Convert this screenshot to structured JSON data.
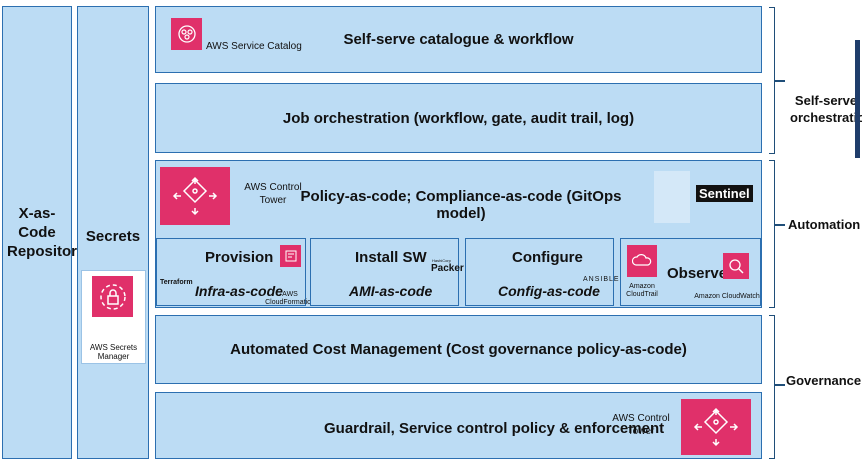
{
  "columns": {
    "repository": "X-as-Code Repository",
    "secrets": "Secrets",
    "secrets_manager": "AWS Secrets Manager"
  },
  "rows": {
    "catalogue": {
      "service": "AWS Service Catalog",
      "title": "Self-serve catalogue & workflow"
    },
    "orchestration": {
      "title": "Job orchestration (workflow, gate, audit trail, log)"
    },
    "policy": {
      "service": "AWS Control Tower",
      "title": "Policy-as-code; Compliance-as-code (GitOps model)",
      "badge": "Sentinel"
    },
    "cost": {
      "title": "Automated Cost Management (Cost governance policy-as-code)"
    },
    "guardrail": {
      "title": "Guardrail, Service control policy & enforcement",
      "service": "AWS Control Tower"
    }
  },
  "subboxes": {
    "provision": {
      "title": "Provision",
      "subtitle": "Infra-as-code",
      "logo": "Terraform",
      "service": "AWS CloudFormation"
    },
    "install": {
      "title": "Install SW",
      "subtitle": "AMI-as-code",
      "logo_small": "HashiCorp",
      "logo": "Packer"
    },
    "configure": {
      "title": "Configure",
      "subtitle": "Config-as-code",
      "logo": "ANSIBLE"
    },
    "observe": {
      "title": "Observe",
      "service1": "Amazon CloudTrail",
      "service2": "Amazon CloudWatch"
    }
  },
  "side_labels": {
    "orchestration": "Self-serve orchestration",
    "automation": "Automation",
    "governance": "Governance"
  },
  "icons": {
    "service_catalog": "service-catalog-icon",
    "control_tower": "control-tower-icon",
    "secrets_manager": "secrets-manager-icon",
    "cloudformation": "cloudformation-icon",
    "cloudtrail": "cloudtrail-icon",
    "cloudwatch": "cloudwatch-icon"
  },
  "colors": {
    "box_fill": "#bcdcf4",
    "border": "#2c6fb0",
    "aws_pink": "#e0306a"
  }
}
